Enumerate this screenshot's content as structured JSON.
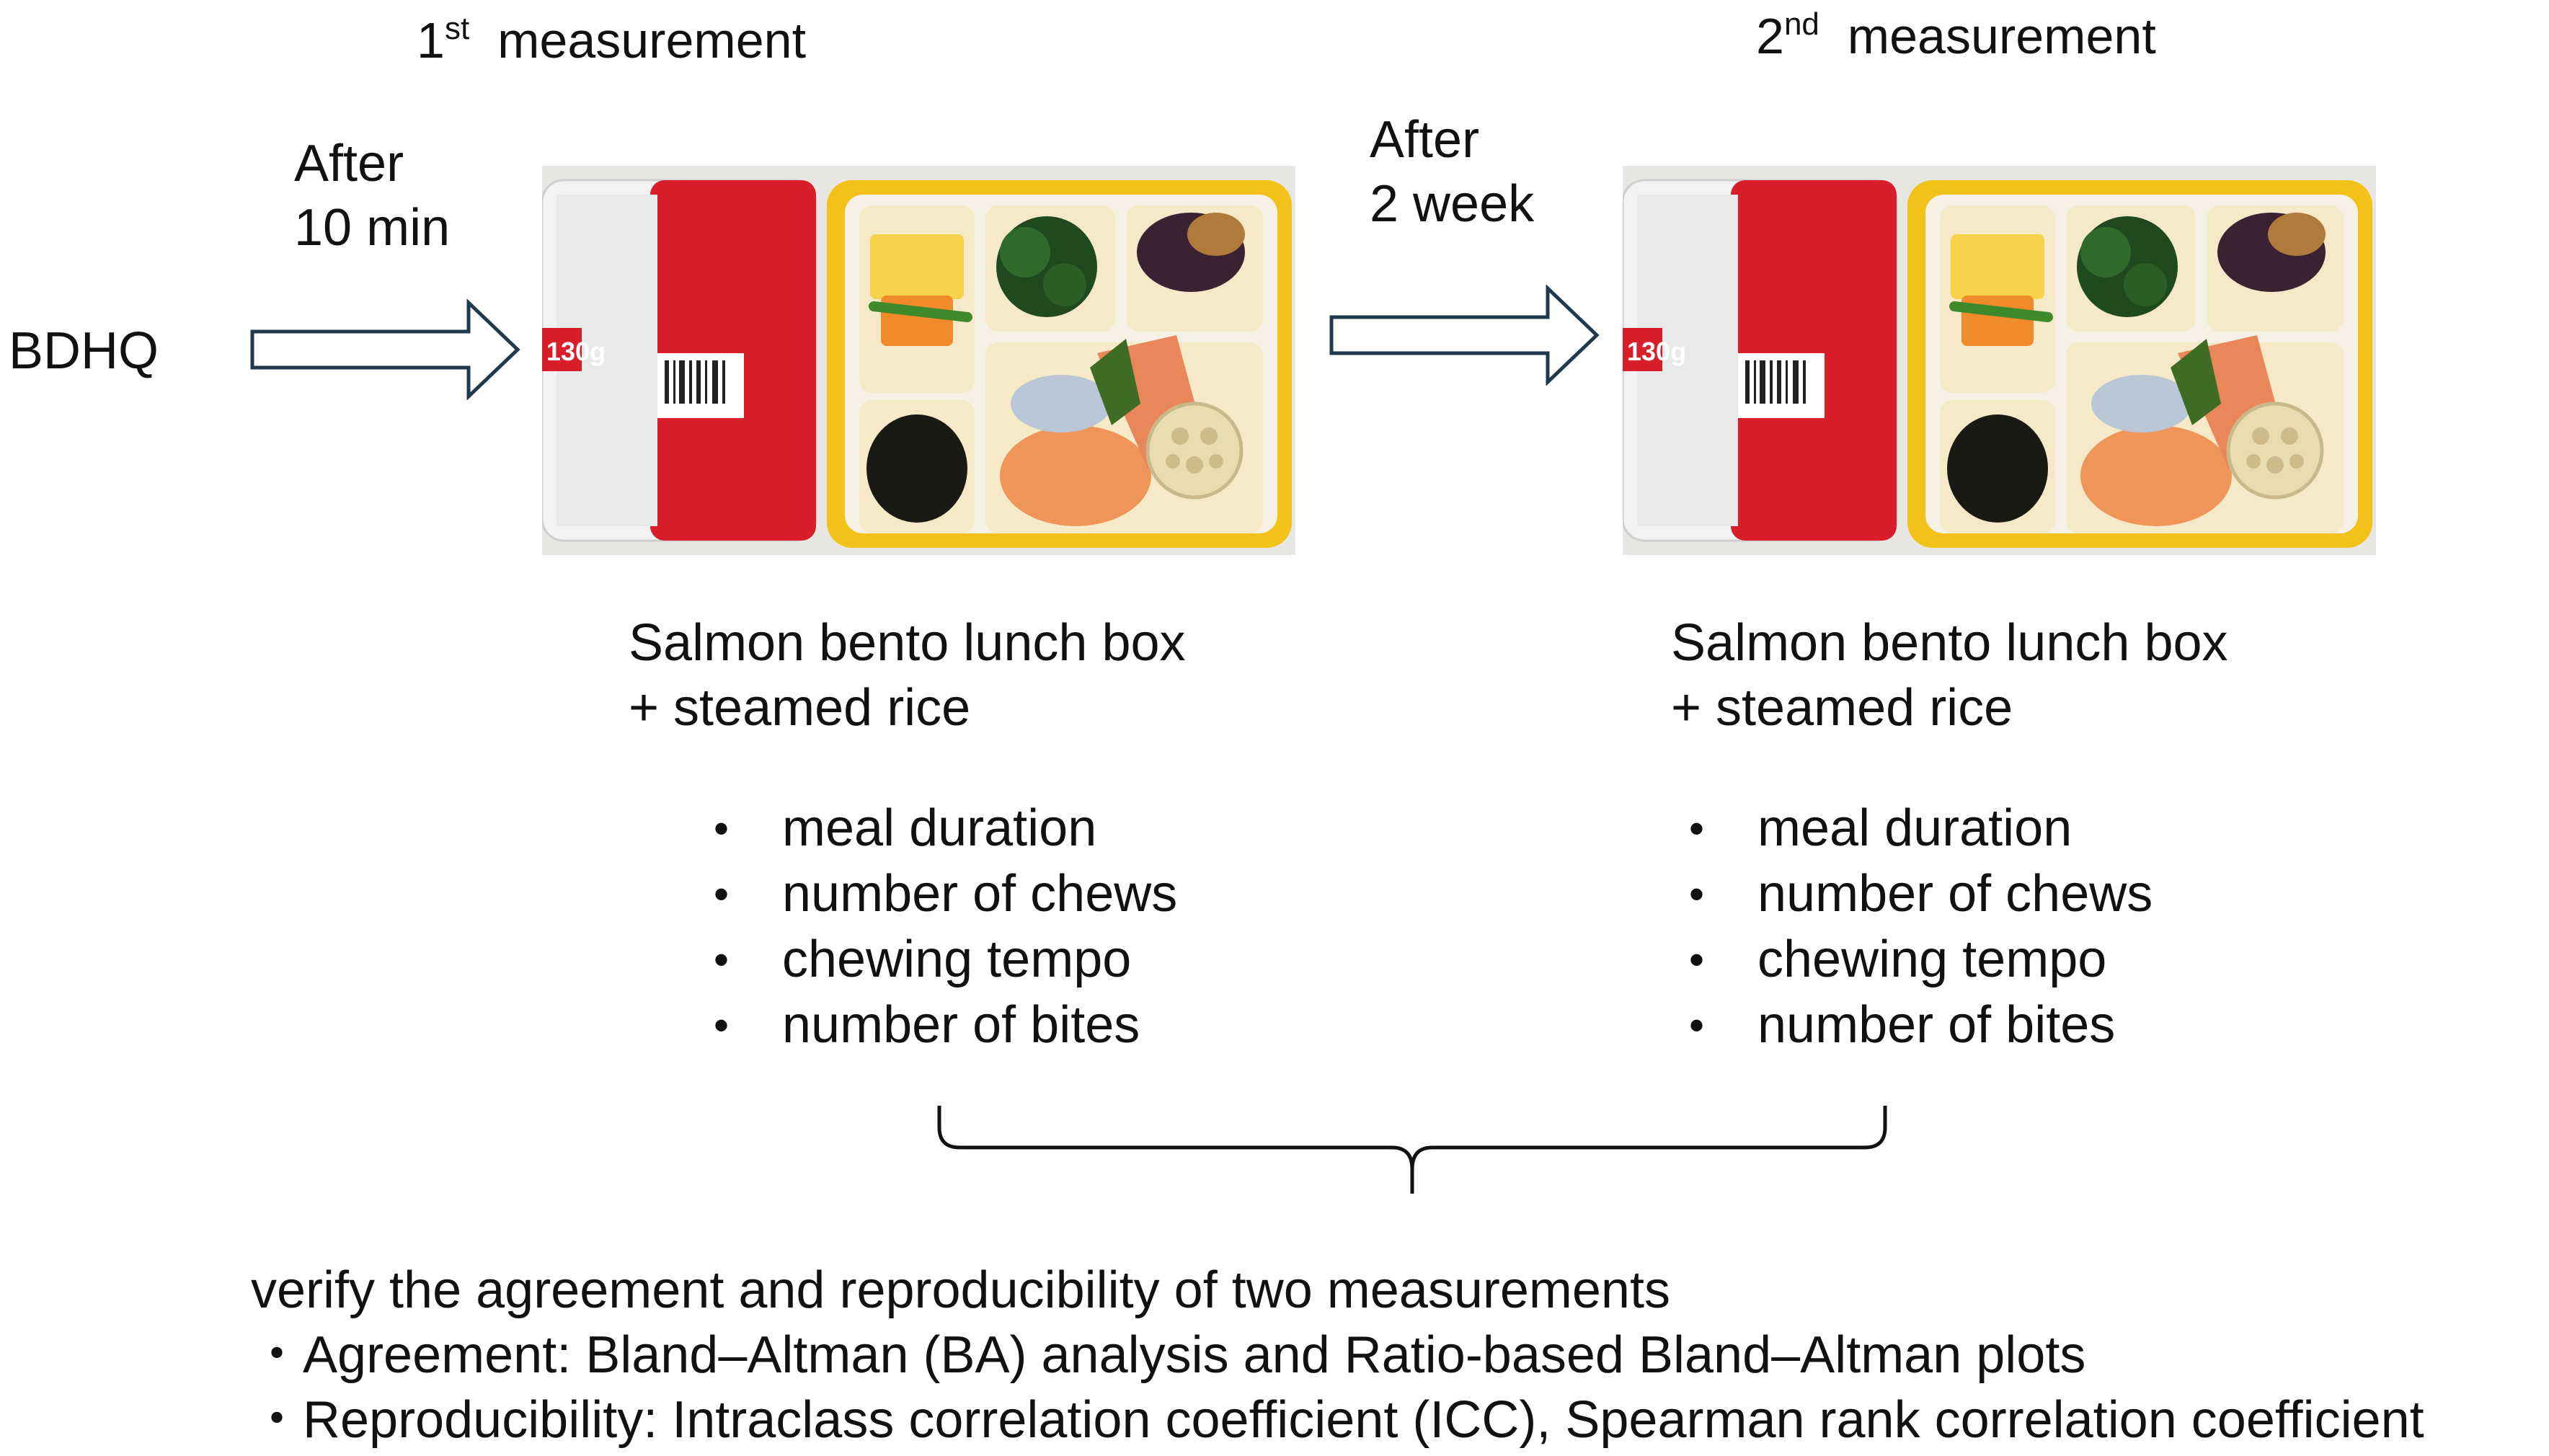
{
  "measurement1": {
    "num": "1",
    "sup": "st",
    "label": "measurement"
  },
  "measurement2": {
    "num": "2",
    "sup": "nd",
    "label": "measurement"
  },
  "start_label": "BDHQ",
  "interval1": {
    "line1": "After",
    "line2": "10 min"
  },
  "interval2": {
    "line1": "After",
    "line2": "2 week"
  },
  "meal": {
    "line1": "Salmon bento lunch box",
    "line2": "+ steamed rice"
  },
  "metrics": [
    "meal duration",
    "number of chews",
    "chewing tempo",
    "number of bites"
  ],
  "photo_label": {
    "rice_weight": "130g"
  },
  "summary": {
    "heading": "verify the agreement and reproducibility  of two measurements",
    "items": [
      "・Agreement: Bland–Altman (BA) analysis and Ratio-based Bland–Altman plots",
      "・Reproducibility: Intraclass correlation coefficient (ICC), Spearman rank correlation coefficient"
    ]
  },
  "colors": {
    "arrow_stroke": "#1f3a4d",
    "tray_yellow": "#f2c21a",
    "rice_pack_red": "#d81e2a"
  }
}
